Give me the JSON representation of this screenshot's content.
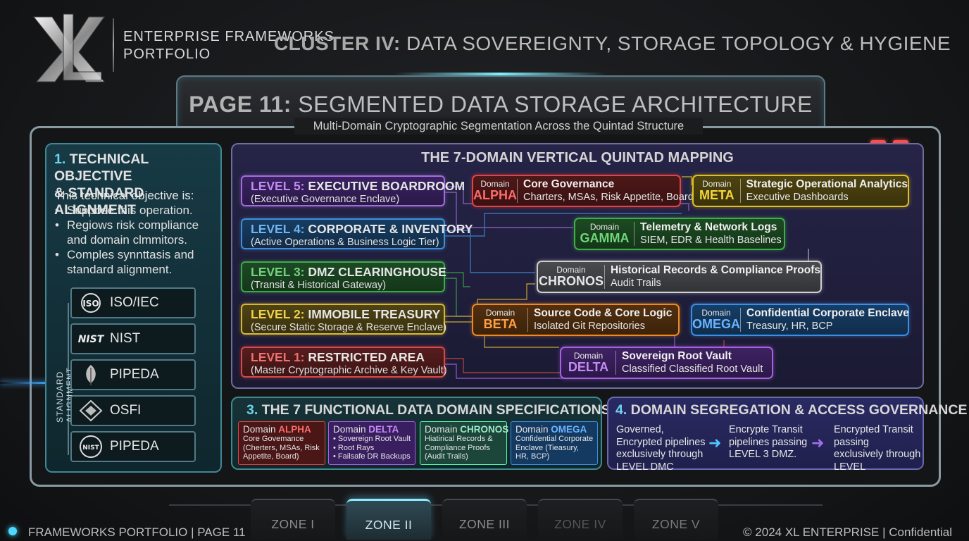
{
  "header": {
    "brand_line1": "ENTERPRISE FRAMEWORKS",
    "brand_line2": "PORTFOLIO",
    "cluster_prefix": "CLUSTER IV:",
    "cluster_rest": " DATA SOVEREIGNTY, STORAGE TOPOLOGY & HYGIENE",
    "logo_icon": "xl-monogram-logo"
  },
  "page": {
    "title_prefix": "PAGE 11:",
    "title_rest": " SEGMENTED DATA STORAGE ARCHITECTURE",
    "subtitle": "Multi-Domain Cryptographic Segmentation Across the Quintad Structure"
  },
  "section1": {
    "num": "1.",
    "title_line1": " TECHNICAL OBJECTIVE",
    "title_line2": "& STANDARD ALIGNMENT",
    "intro": "This technical objective is:",
    "bullets": [
      "Suppose this operation.",
      "Regiows risk compliance and domain clmmitors.",
      "Comples synnttasis and standard alignment."
    ],
    "standards_label": "STANDARD ALIGNMENT",
    "standards": [
      {
        "label": "ISO/IEC",
        "icon": "iso-icon"
      },
      {
        "label": "NIST",
        "icon": "nist-icon"
      },
      {
        "label": "PIPEDA",
        "icon": "leaf-icon"
      },
      {
        "label": "OSFI",
        "icon": "osfi-icon"
      },
      {
        "label": "PIPEDA",
        "icon": "nist-seal-icon"
      }
    ]
  },
  "quintad": {
    "title": "THE 7-DOMAIN VERTICAL QUINTAD MAPPING",
    "levels": [
      {
        "level": "LEVEL 5:",
        "name": " EXECUTIVE BOARDROOM",
        "desc": "(Executive Governance Enclave)",
        "color": "#a46bdc"
      },
      {
        "level": "LEVEL 4:",
        "name": " CORPORATE & INVENTORY",
        "desc": "(Active Operations & Business Logic Tier)",
        "color": "#3f8fd8"
      },
      {
        "level": "LEVEL 3:",
        "name": " DMZ CLEARINGHOUSE",
        "desc": "(Transit & Historical Gateway)",
        "color": "#3fa84a"
      },
      {
        "level": "LEVEL 2:",
        "name": " IMMOBILE TREASURY",
        "desc": "(Secure Static Storage & Reserve Enclave)",
        "color": "#d8b830"
      },
      {
        "level": "LEVEL 1:",
        "name": " RESTRICTED AREA",
        "desc": "(Master Cryptographic Archive & Key Vault)",
        "color": "#d84848"
      }
    ],
    "domains": [
      {
        "prefix": "Domain",
        "name": "ALPHA",
        "title": "Core Governance",
        "desc": "Charters, MSAs, Risk Appetite, Board",
        "color": "#e04444"
      },
      {
        "prefix": "Domain",
        "name": "META",
        "title": "Strategic Operational Analytics",
        "desc": "Executive Dashboards",
        "color": "#e0c020"
      },
      {
        "prefix": "Domain",
        "name": "GAMMA",
        "title": "Telemetry & Network Logs",
        "desc": "SIEM, EDR & Health Baselines",
        "color": "#3fae4a"
      },
      {
        "prefix": "Domain",
        "name": "CHRONOS",
        "title": "Historical Records & Compliance Proofs",
        "desc": "Audit Trails",
        "color": "#c9c9c9"
      },
      {
        "prefix": "Domain",
        "name": "BETA",
        "title": "Source Code & Core Logic",
        "desc": "Isolated Git Repositories",
        "color": "#ef8a22"
      },
      {
        "prefix": "Domain",
        "name": "OMEGA",
        "title": "Confidential Corporate Enclave",
        "desc": "Treasury, HR, BCP",
        "color": "#3a8fe6"
      },
      {
        "prefix": "Domain",
        "name": "DELTA",
        "title": "Sovereign Root Vault",
        "desc": "Classified Classified Root Vault",
        "color": "#a860e0"
      }
    ]
  },
  "section3": {
    "num": "3.",
    "title": " THE 7 FUNCTIONAL DATA DOMAIN SPECIFICATIONS",
    "specs": [
      {
        "prefix": "Domain ",
        "name": "ALPHA",
        "body": "Core Govemance (Cherters, MSAs, Risk Appetite, Board)",
        "items": []
      },
      {
        "prefix": "Domain ",
        "name": "DELTA",
        "body": "",
        "items": [
          "Sovereign Root Vault",
          "Root Rays",
          "Failsafe DR Backups"
        ]
      },
      {
        "prefix": "Domain ",
        "name": "CHRONOS",
        "body": "Hiatirical Records & Compliance Proofs (Audit Trails)",
        "items": []
      },
      {
        "prefix": "Domain ",
        "name": "OMEGA",
        "body": "Confidential Corporate Enclave (Tieasury, HR, BCP)",
        "items": []
      }
    ]
  },
  "section4": {
    "num": "4.",
    "title": " DOMAIN SEGREGATION & ACCESS GOVERNANCE",
    "steps": [
      "Governed, Encrypted pipelines exclusively through LEVEL DMC",
      "Encrypte Transit pipelines passing LEVEL 3 DMZ.",
      "Encrypted Transit passing exclusively through LEVEL"
    ]
  },
  "footer": {
    "left": "FRAMEWORKS PORTFOLIO  |  PAGE 11",
    "right": "© 2024 XL ENTERPRISE  |  Confidential",
    "zones": [
      "ZONE I",
      "ZONE II",
      "ZONE III",
      "ZONE IV",
      "ZONE V"
    ],
    "active_zone": "ZONE II"
  }
}
